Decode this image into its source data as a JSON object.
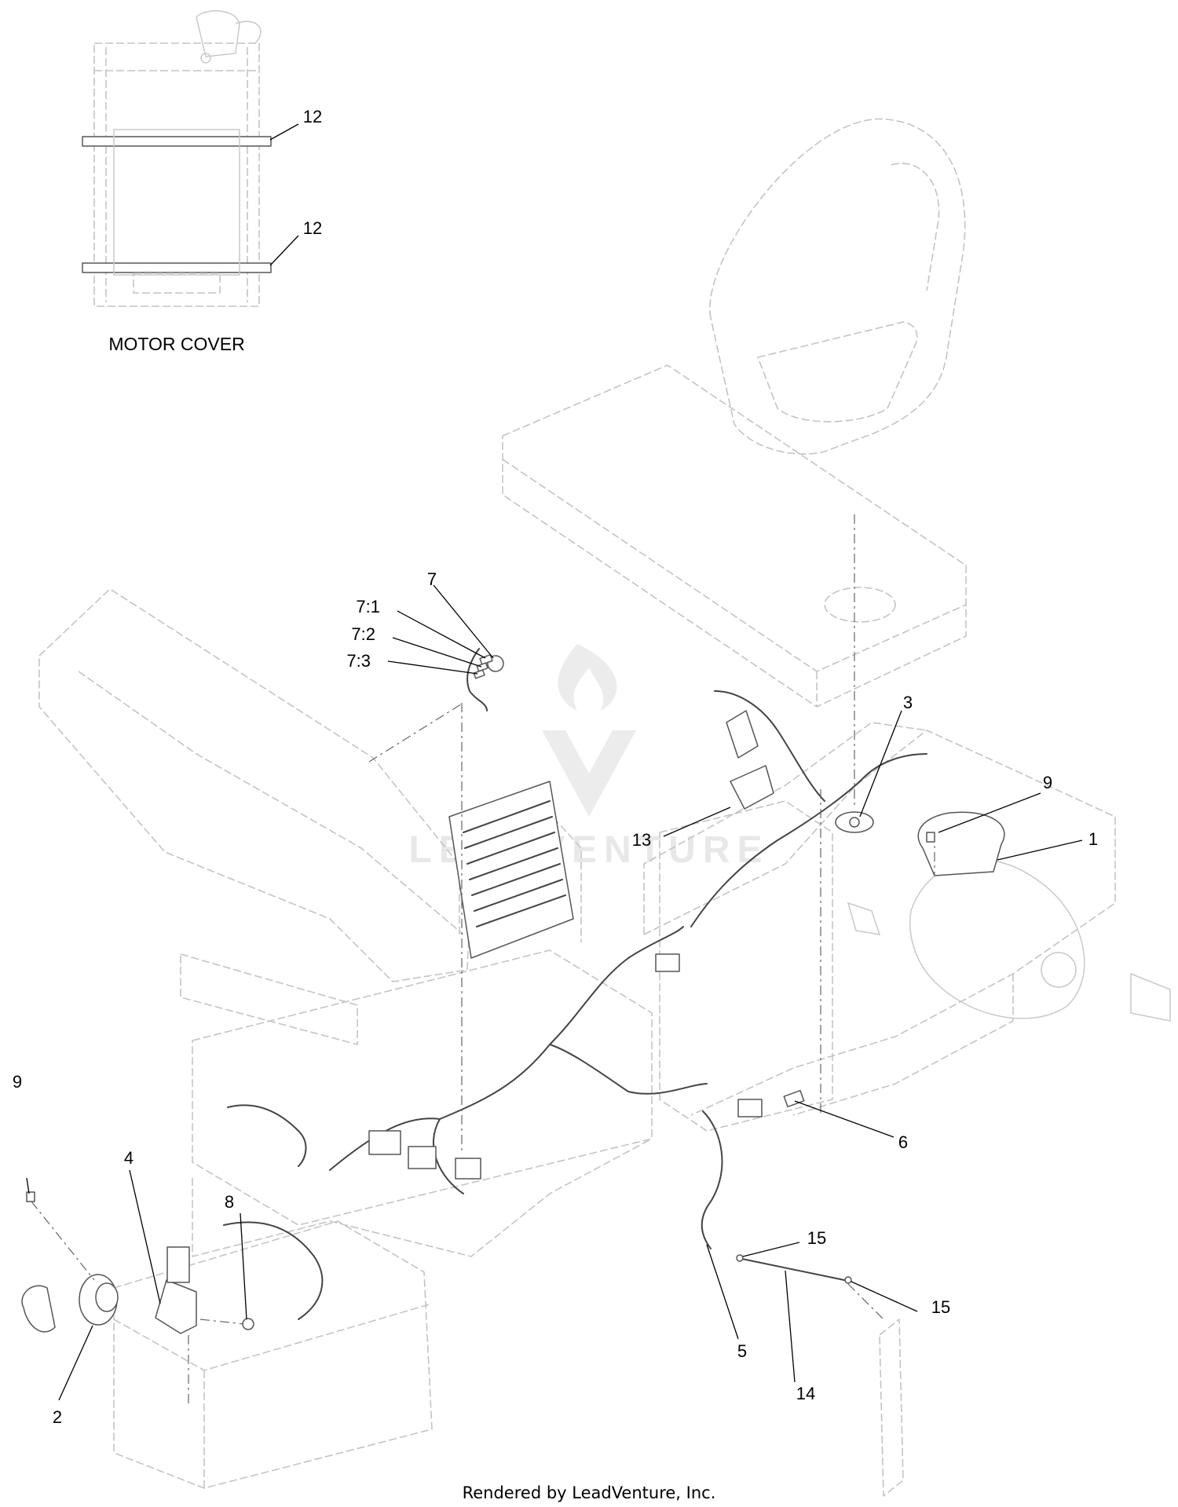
{
  "caption": "MOTOR COVER",
  "footer": "Rendered by LeadVenture, Inc.",
  "watermark": "LEADVENTURE",
  "callouts": [
    "12",
    "12",
    "7",
    "7:1",
    "7:2",
    "7:3",
    "3",
    "9",
    "1",
    "13",
    "9",
    "4",
    "8",
    "2",
    "6",
    "15",
    "15",
    "5",
    "14"
  ],
  "colors": {
    "ghost_outline": "#c4c4c4",
    "part_outline": "#555555",
    "watermark": "#e8e8e8"
  }
}
